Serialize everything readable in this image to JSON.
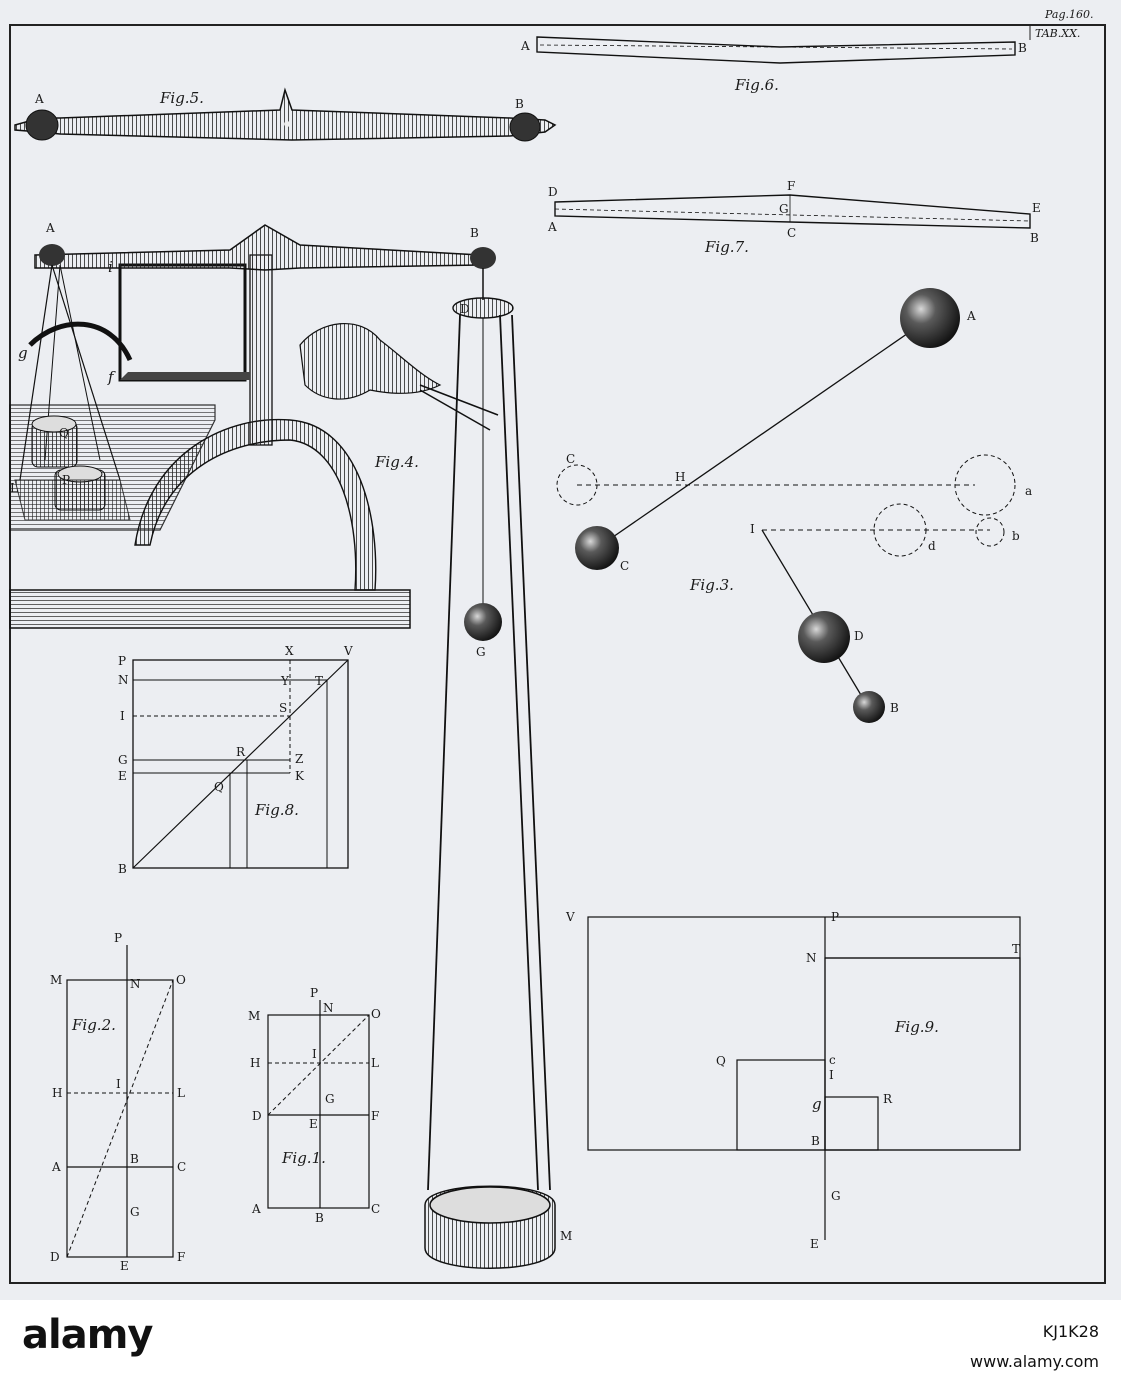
{
  "plate": {
    "page_ref": "Pag.160.",
    "table_ref": "TAB.XX."
  },
  "figures": {
    "fig1": {
      "caption": "Fig.1.",
      "labels": {
        "P": "P",
        "N": "N",
        "M": "M",
        "O": "O",
        "H": "H",
        "I": "I",
        "L": "L",
        "D": "D",
        "E": "E",
        "F": "F",
        "G": "G",
        "A": "A",
        "B": "B",
        "C": "C"
      }
    },
    "fig2": {
      "caption": "Fig.2.",
      "labels": {
        "P": "P",
        "M": "M",
        "N": "N",
        "O": "O",
        "H": "H",
        "I": "I",
        "L": "L",
        "A": "A",
        "B": "B",
        "C": "C",
        "G": "G",
        "D": "D",
        "E": "E",
        "F": "F"
      }
    },
    "fig3": {
      "caption": "Fig.3.",
      "labels": {
        "A": "A",
        "C_dash": "C",
        "H": "H",
        "a": "a",
        "I": "I",
        "d": "d",
        "b": "b",
        "C": "C",
        "D": "D",
        "B": "B"
      }
    },
    "fig4": {
      "caption": "Fig.4.",
      "labels": {
        "A": "A",
        "B": "B",
        "D": "D",
        "g": "g",
        "f": "f",
        "i": "i",
        "Q": "Q",
        "P": "P",
        "L": "L",
        "G": "G",
        "M": "M"
      }
    },
    "fig5": {
      "caption": "Fig.5.",
      "labels": {
        "A": "A",
        "B": "B"
      }
    },
    "fig6": {
      "caption": "Fig.6.",
      "labels": {
        "A": "A",
        "B": "B"
      }
    },
    "fig7": {
      "caption": "Fig.7.",
      "labels": {
        "D": "D",
        "A": "A",
        "F": "F",
        "G": "G",
        "C": "C",
        "E": "E",
        "B": "B"
      }
    },
    "fig8": {
      "caption": "Fig.8.",
      "labels": {
        "P": "P",
        "N": "N",
        "I": "I",
        "G": "G",
        "E": "E",
        "B": "B",
        "X": "X",
        "V": "V",
        "Y": "Y",
        "T": "T",
        "S": "S",
        "R": "R",
        "Z": "Z",
        "K": "K",
        "Q": "Q"
      }
    },
    "fig9": {
      "caption": "Fig.9.",
      "labels": {
        "V": "V",
        "P": "P",
        "N": "N",
        "T": "T",
        "Q": "Q",
        "c": "c",
        "I": "I",
        "g": "g",
        "R": "R",
        "B": "B",
        "G": "G",
        "E": "E"
      }
    }
  },
  "watermark": {
    "brand": "alamy",
    "stock_id": "KJ1K28",
    "site": "www.alamy.com"
  }
}
